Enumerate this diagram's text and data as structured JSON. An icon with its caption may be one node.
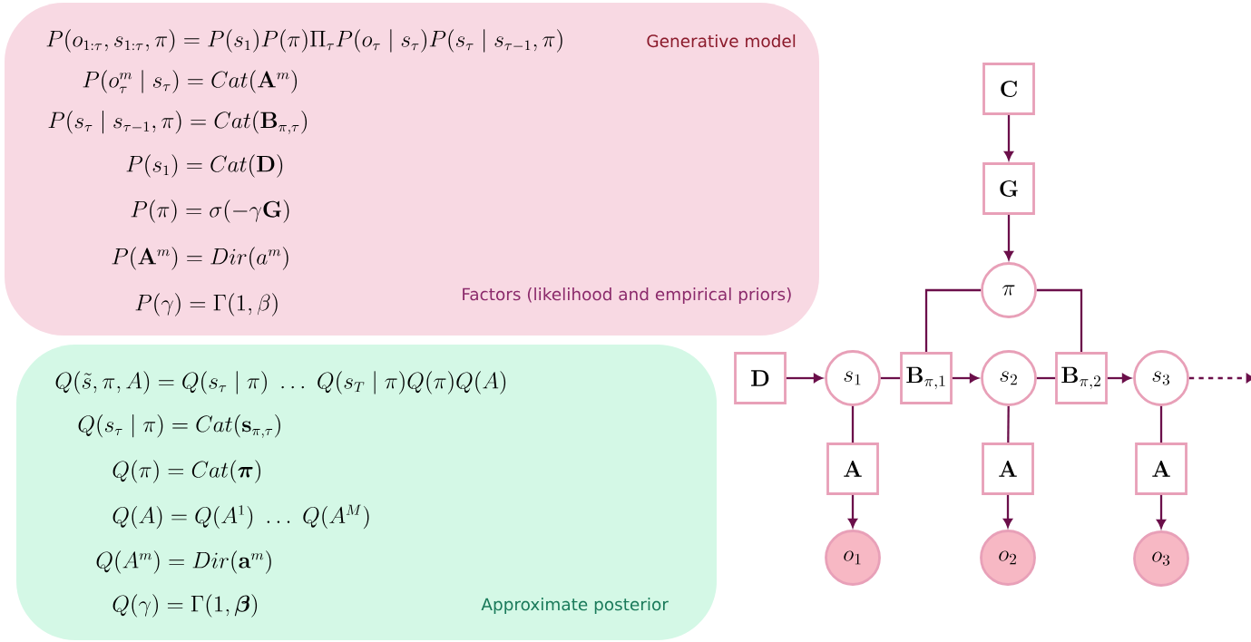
{
  "diagram": {
    "nodes": [
      {
        "text": [
          "P(o_{1:\\tau}, s_{1:\\tau}, \\pi) = P(s_1)P(\\pi)\\Pi_\\tau P(o_\\tau \\mid s_\\tau)P(s_\\tau \\mid s_{\\tau-1}, \\pi)",
          "P(o_\\tau^m \\mid s_\\tau) = Cat(\\mathbf{A}^m)",
          "P(s_\\tau \\mid s_{\\tau-1}, \\pi) = Cat(\\mathbf{B}_{\\pi,\\tau})",
          "P(s_1) = Cat(\\mathbf{D})",
          "P(\\pi) = \\sigma(-\\gamma\\mathbf{G})",
          "P(\\mathbf{A}^m) = Dir(a^m)",
          "P(\\gamma) = \\Gamma(1, \\beta)",
          "Generative model",
          "Factors (likelihood and empirical priors)"
        ]
      },
      {
        "text": [
          "Q(\\tilde{s}, \\pi, A) = Q(s_\\tau \\mid \\pi)\\ \\dots\\ Q(s_T \\mid \\pi)Q(\\pi)Q(A)",
          "Q(s_\\tau \\mid \\pi) = Cat(\\mathbf{s}_{\\pi,\\tau})",
          "Q(\\pi) = Cat(\\boldsymbol{\\pi})",
          "Q(A) = Q(A^1)\\ \\dots\\ Q(A^M)",
          "Q(A^m) = Dir(\\mathbf{a}^m)",
          "Q(\\gamma) = \\Gamma(1, \\boldsymbol{\\beta})",
          "Approximate posterior"
        ]
      },
      {
        "text": [
          "\\mathbf{C}"
        ]
      },
      {
        "text": [
          "\\mathbf{G}"
        ]
      },
      {
        "text": [
          "\\pi"
        ]
      },
      {
        "text": [
          "\\mathbf{D}"
        ]
      },
      {
        "text": [
          "s_1"
        ]
      },
      {
        "text": [
          "\\mathbf{B}_{\\pi,1}"
        ]
      },
      {
        "text": [
          "s_2"
        ]
      },
      {
        "text": [
          "\\mathbf{B}_{\\pi,2}"
        ]
      },
      {
        "text": [
          "s_3"
        ]
      },
      {
        "text": [
          "\\mathbf{A}"
        ]
      },
      {
        "text": [
          "\\mathbf{A}"
        ]
      },
      {
        "text": [
          "\\mathbf{A}"
        ]
      },
      {
        "text": [
          "o_1"
        ]
      },
      {
        "text": [
          "o_2"
        ]
      },
      {
        "text": [
          "o_3"
        ]
      }
    ],
    "edges": [
      {
        "from": 2,
        "to": 3,
        "arrow": "to"
      },
      {
        "from": 3,
        "to": 4,
        "arrow": "to"
      },
      {
        "from": 4,
        "to": 7,
        "arrow": "none"
      },
      {
        "from": 4,
        "to": 9,
        "arrow": "none"
      },
      {
        "from": 5,
        "to": 6,
        "arrow": "to"
      },
      {
        "from": 6,
        "to": 7,
        "arrow": "none"
      },
      {
        "from": 7,
        "to": 8,
        "arrow": "to"
      },
      {
        "from": 8,
        "to": 9,
        "arrow": "none"
      },
      {
        "from": 9,
        "to": 10,
        "arrow": "to"
      },
      {
        "from": 10,
        "to": null,
        "arrow": "to",
        "style": "dashed"
      },
      {
        "from": 6,
        "to": 11,
        "arrow": "none"
      },
      {
        "from": 11,
        "to": 14,
        "arrow": "to"
      },
      {
        "from": 8,
        "to": 12,
        "arrow": "none"
      },
      {
        "from": 12,
        "to": 15,
        "arrow": "to"
      },
      {
        "from": 10,
        "to": 13,
        "arrow": "none"
      },
      {
        "from": 13,
        "to": 16,
        "arrow": "to"
      }
    ]
  }
}
